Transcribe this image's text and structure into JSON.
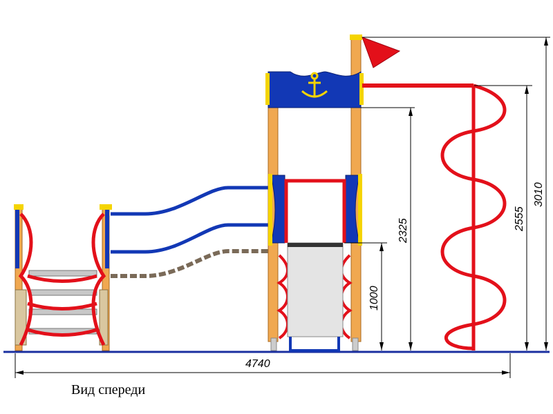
{
  "dimensions": {
    "total_width": "4740",
    "slide_platform_height": "1000",
    "roof_height": "2325",
    "spiral_height": "2555",
    "flag_height": "3010"
  },
  "caption": "Вид спереди",
  "colors": {
    "frame_wood": "#f0a850",
    "rail_red": "#e3101a",
    "pipe_blue": "#1238b5",
    "panel_blue": "#1238b5",
    "accent_yellow": "#f5d400",
    "slide_grey": "#e4e4e4",
    "ground_line": "#1a2fa0"
  },
  "icons": {
    "roof_emblem": "anchor-icon",
    "top_marker": "flag-icon"
  }
}
